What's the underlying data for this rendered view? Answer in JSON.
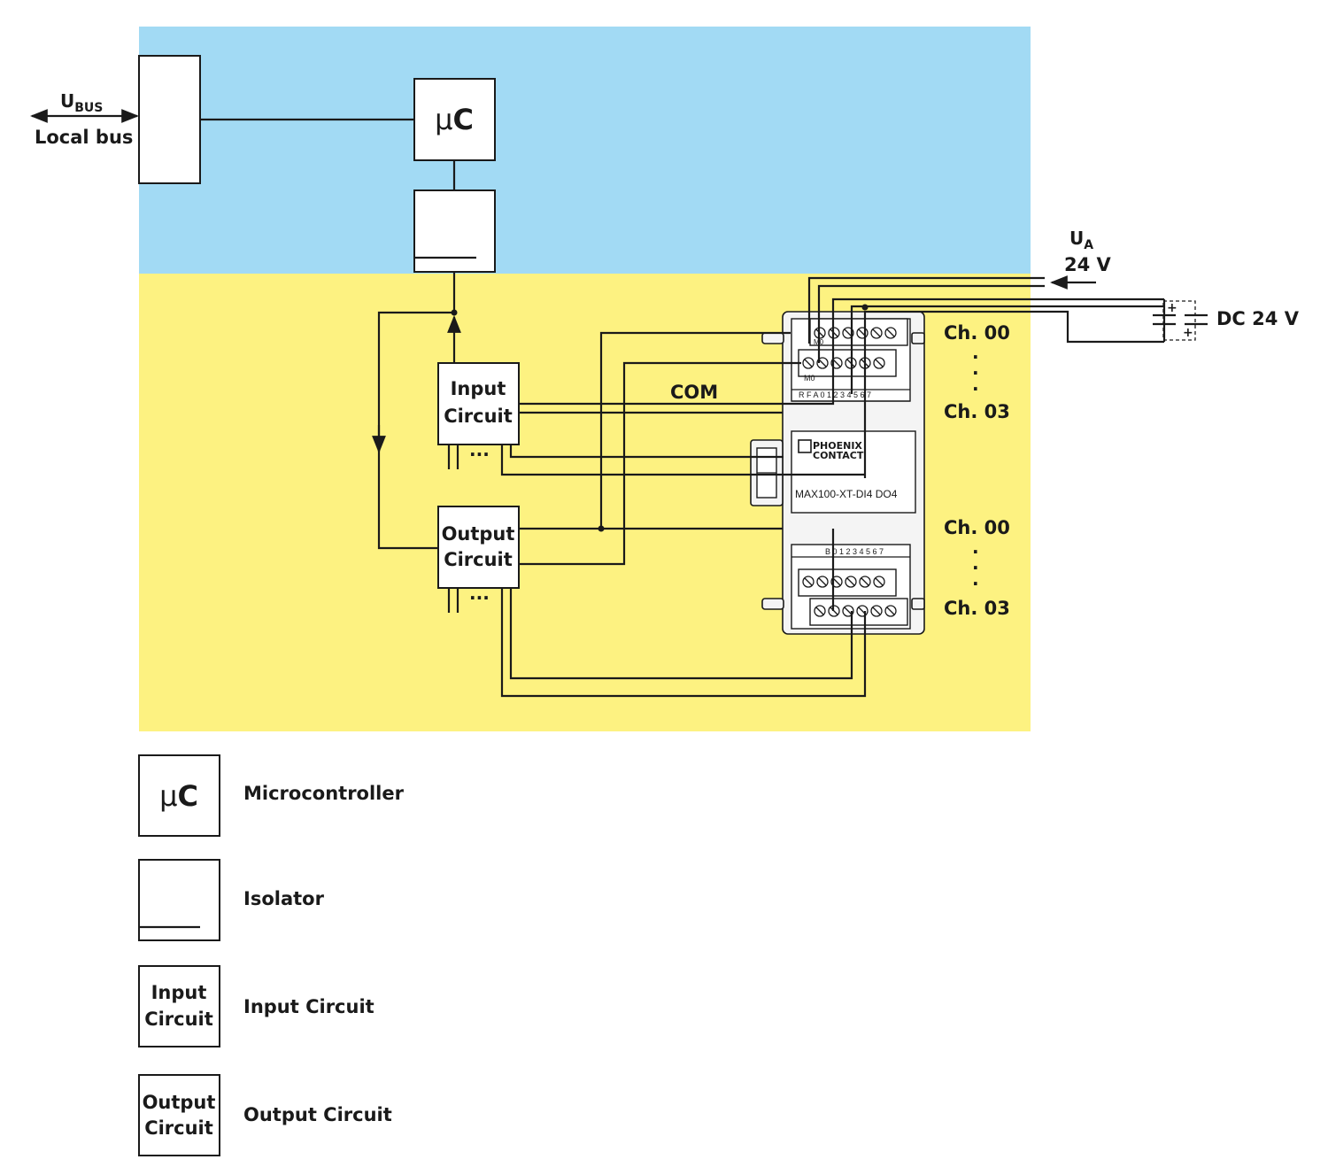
{
  "colors": {
    "logic_area": "#a2daf4",
    "field_area": "#fdf281",
    "line": "#1a1a1a"
  },
  "bus": {
    "u_main": "U",
    "u_sub": "BUS",
    "local_bus": "Local bus"
  },
  "blocks": {
    "uc_mu": "µ",
    "uc_c": "C",
    "input_line1": "Input",
    "input_line2": "Circuit",
    "output_line1": "Output",
    "output_line2": "Circuit",
    "ellipsis": "..."
  },
  "labels": {
    "com": "COM",
    "ua_main": "U",
    "ua_sub": "A",
    "ua_voltage": "24 V",
    "dc_supply": "DC 24 V",
    "ch_top_first": "Ch. 00",
    "ch_top_last": "Ch. 03",
    "ch_bot_first": "Ch. 00",
    "ch_bot_last": "Ch. 03",
    "battery_plus_top": "+",
    "battery_plus_bottom": "+"
  },
  "device": {
    "model": "MAX100-XT-DI4 DO4",
    "brand_line1": "PHOENIX",
    "brand_line2": "CONTACT",
    "m0_top": "M0",
    "m0_mid": "M0",
    "top_terminal_row": "R F  A 0  1  2  3  4 5 6 7",
    "bottom_terminal_row": "B 0 1 2 3 4 5 6 7"
  },
  "legend": [
    {
      "symbol_mu": "µ",
      "symbol_c": "C",
      "label": "Microcontroller"
    },
    {
      "label": "Isolator"
    },
    {
      "symbol_line1": "Input",
      "symbol_line2": "Circuit",
      "label": "Input Circuit"
    },
    {
      "symbol_line1": "Output",
      "symbol_line2": "Circuit",
      "label": "Output Circuit"
    }
  ]
}
